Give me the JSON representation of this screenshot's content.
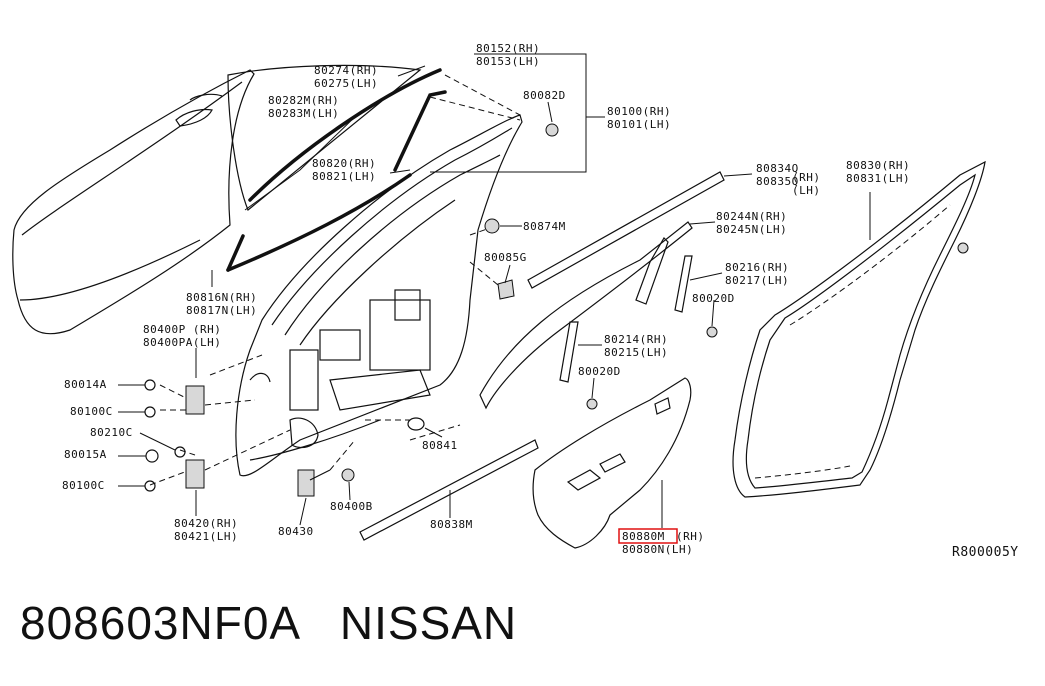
{
  "callouts": {
    "c80152": "80152(RH)",
    "c80153": "80153(LH)",
    "c80274": "80274(RH)",
    "c80275": "60275(LH)",
    "c80282": "80282M(RH)",
    "c80283": "80283M(LH)",
    "c80082": "80082D",
    "c80100": "80100(RH)",
    "c80101": "80101(LH)",
    "c80820": "80820(RH)",
    "c80821": "80821(LH)",
    "c80874": "80874M",
    "c80085": "80085G",
    "c80816": "80816N(RH)",
    "c80817": "80817N(LH)",
    "c80400p": "80400P (RH)",
    "c80400pa": "80400PA(LH)",
    "c80014a": "80014A",
    "c80100c1": "80100C",
    "c80210c": "80210C",
    "c80015a": "80015A",
    "c80100c2": "80100C",
    "c80420": "80420(RH)",
    "c80421": "80421(LH)",
    "c80430": "80430",
    "c80400b": "80400B",
    "c80841": "80841",
    "c80838": "80838M",
    "c80834": "80834Q",
    "c80835": "80835Q",
    "c80834rh": "(RH)",
    "c80835lh": "(LH)",
    "c80244": "80244N(RH)",
    "c80245": "80245N(LH)",
    "c80216": "80216(RH)",
    "c80217": "80217(LH)",
    "c80020d1": "80020D",
    "c80214": "80214(RH)",
    "c80215": "80215(LH)",
    "c80020d2": "80020D",
    "c80830": "80830(RH)",
    "c80831": "80831(LH)",
    "c80880m": "80880M",
    "c80880m_rh": "(RH)",
    "c80880n": "80880N(LH)"
  },
  "ref_code": "R800005Y",
  "caption": "808603NF0A   NISSAN",
  "colors": {
    "highlight": "#e01010",
    "ink": "#111111"
  }
}
